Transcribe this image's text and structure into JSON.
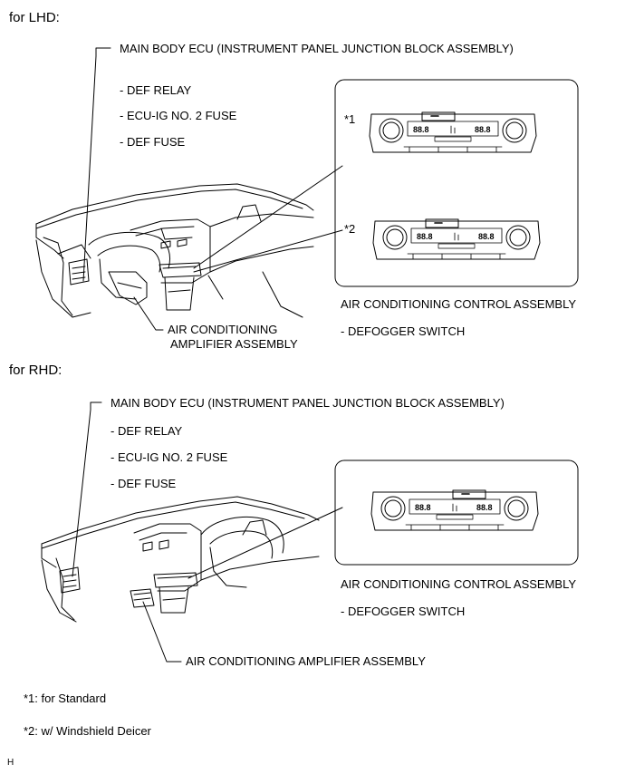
{
  "lhd": {
    "heading": "for LHD:",
    "ecu_label": "MAIN BODY ECU (INSTRUMENT PANEL JUNCTION BLOCK ASSEMBLY)",
    "ecu_items": [
      "- DEF RELAY",
      "- ECU-IG NO. 2 FUSE",
      "- DEF FUSE"
    ],
    "callout_1": "*1",
    "callout_2": "*2",
    "panel_display": "88.8",
    "ac_control_label": "AIR CONDITIONING CONTROL ASSEMBLY",
    "defogger_label": "- DEFOGGER SWITCH",
    "amplifier_line1": "AIR CONDITIONING",
    "amplifier_line2": "AMPLIFIER ASSEMBLY"
  },
  "rhd": {
    "heading": "for RHD:",
    "ecu_label": "MAIN BODY ECU (INSTRUMENT PANEL JUNCTION BLOCK ASSEMBLY)",
    "ecu_items": [
      "- DEF RELAY",
      "- ECU-IG NO. 2 FUSE",
      "- DEF FUSE"
    ],
    "panel_display": "88.8",
    "ac_control_label": "AIR CONDITIONING CONTROL ASSEMBLY",
    "defogger_label": "- DEFOGGER SWITCH",
    "amplifier_label": "AIR CONDITIONING AMPLIFIER ASSEMBLY"
  },
  "notes": [
    "*1: for Standard",
    "*2: w/ Windshield Deicer"
  ],
  "footer_code": "H"
}
